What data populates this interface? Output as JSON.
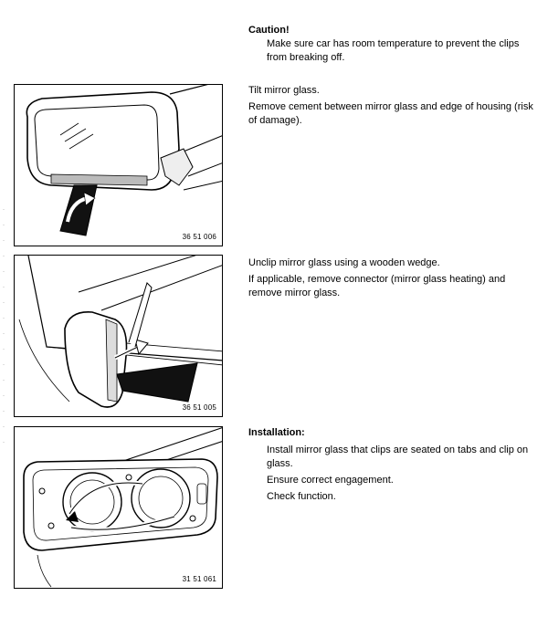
{
  "sections": [
    {
      "heading": "Caution!",
      "lines": [
        "Make sure car has room temperature to prevent the clips from breaking off."
      ]
    },
    {
      "lines": [
        "Tilt mirror glass.",
        "Remove cement between mirror glass and edge of housing (risk of damage)."
      ]
    },
    {
      "lines": [
        "Unclip mirror glass using a wooden wedge.",
        "If applicable, remove connector (mirror glass heating) and remove mirror glass."
      ]
    },
    {
      "heading": "Installation:",
      "lines": [
        "Install mirror glass that clips are seated on tabs and clip on glass.",
        "Ensure correct engagement.",
        "Check function."
      ]
    }
  ],
  "figures": [
    {
      "code": "36 51 006",
      "subject": "tilt-mirror-glass"
    },
    {
      "code": "36 51 005",
      "subject": "unclip-with-wooden-wedge"
    },
    {
      "code": "31 51 061",
      "subject": "mirror-glass-clips"
    }
  ]
}
